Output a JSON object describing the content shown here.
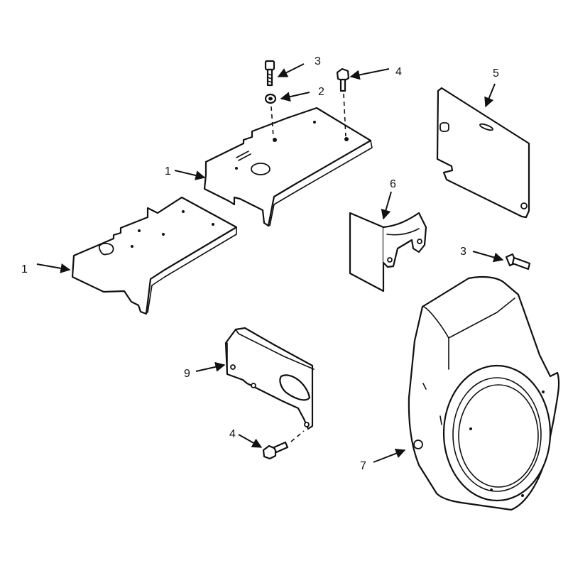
{
  "callouts": {
    "c1a": "1",
    "c1b": "1",
    "c2": "2",
    "c3a": "3",
    "c3b": "3",
    "c4a": "4",
    "c4b": "4",
    "c5": "5",
    "c6": "6",
    "c7": "7",
    "c9": "9"
  },
  "colors": {
    "line": "#111111",
    "background": "#ffffff"
  }
}
